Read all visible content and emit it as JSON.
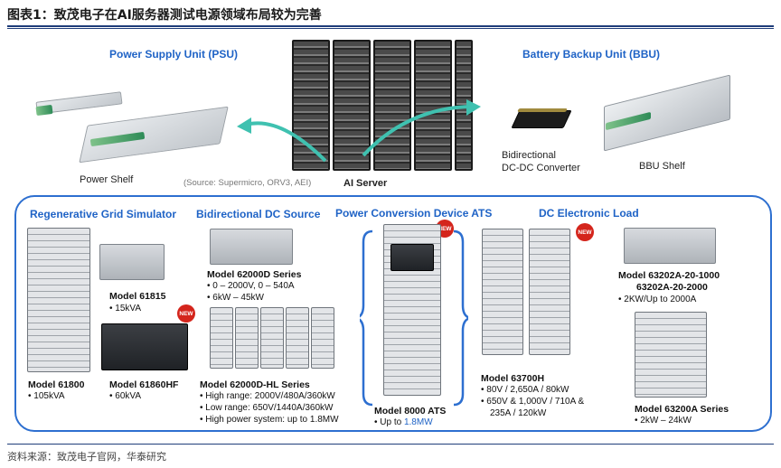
{
  "figure_title": "图表1：致茂电子在AI服务器测试电源领域布局较为完善",
  "top": {
    "psu_heading": "Power Supply Unit (PSU)",
    "bbu_heading": "Battery Backup Unit (BBU)",
    "power_shelf": "Power Shelf",
    "source_note": "(Source: Supermicro, ORV3, AEI)",
    "ai_server": "AI Server",
    "converter_line1": "Bidirectional",
    "converter_line2": "DC-DC Converter",
    "bbu_shelf": "BBU Shelf"
  },
  "categories": {
    "regen": "Regenerative Grid Simulator",
    "bidi": "Bidirectional DC Source",
    "ats": "Power Conversion Device ATS",
    "load": "DC Electronic Load"
  },
  "new_label": "NEW",
  "products": {
    "m61800": {
      "name": "Model 61800",
      "specs": [
        "105kVA"
      ]
    },
    "m61815": {
      "name": "Model 61815",
      "specs": [
        "15kVA"
      ]
    },
    "m61860": {
      "name": "Model 61860HF",
      "specs": [
        "60kVA"
      ]
    },
    "m62000d": {
      "name": "Model 62000D Series",
      "specs": [
        "0 – 2000V, 0 – 540A",
        "6kW – 45kW"
      ]
    },
    "m62000dhl": {
      "name": "Model 62000D-HL Series",
      "specs": [
        "High range: 2000V/480A/360kW",
        "Low range: 650V/1440A/360kW",
        "High power system: up to 1.8MW"
      ]
    },
    "m8000": {
      "name": "Model 8000 ATS",
      "spec_prefix": "Up to ",
      "spec_value": "1.8MW"
    },
    "m63700h": {
      "name": "Model 63700H",
      "specs": [
        "80V / 2,650A / 80kW",
        "650V & 1,000V / 710A &",
        "235A / 120kW"
      ]
    },
    "m63202a": {
      "name_line1": "Model 63202A-20-1000",
      "name_line2": "63202A-20-2000",
      "specs": [
        "2KW/Up to 2000A"
      ]
    },
    "m63200a": {
      "name": "Model 63200A Series",
      "specs": [
        "2kW – 24kW"
      ]
    }
  },
  "footer": "资料来源：致茂电子官网，华泰研究",
  "colors": {
    "accent": "#1f63c6",
    "arrow": "#3fc1b0",
    "new_badge": "#d4251c",
    "panel_border": "#2d6fd0"
  }
}
